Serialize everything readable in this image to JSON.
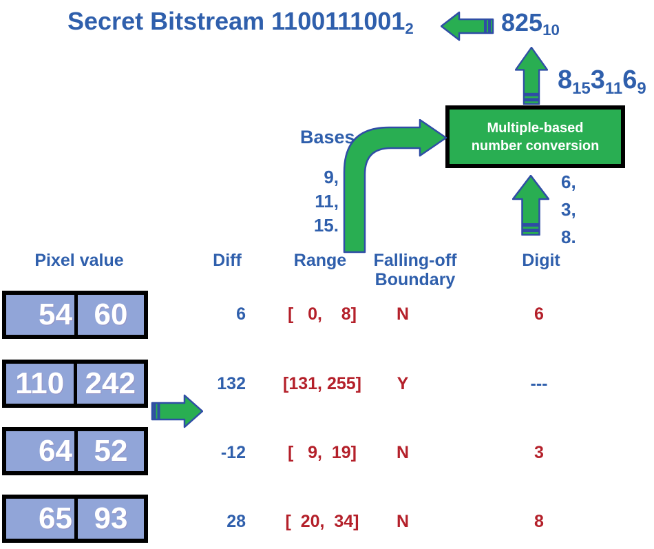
{
  "colors": {
    "blue": "#2f5fac",
    "red": "#b4202a",
    "green": "#29ae52",
    "outline": "#2f4da5",
    "cell": "#91a5d8"
  },
  "title": {
    "text": "Secret Bitstream 1100111001",
    "sub": "2"
  },
  "decimal": {
    "text": "825",
    "sub": "10"
  },
  "mbn": [
    {
      "d": "8",
      "sub": "15"
    },
    {
      "d": "3",
      "sub": "11"
    },
    {
      "d": "6",
      "sub": "9"
    }
  ],
  "conversion_box": {
    "line1": "Multiple-based",
    "line2": "number conversion"
  },
  "bases": {
    "label": "Bases",
    "values": [
      "9,",
      "11,",
      "15."
    ]
  },
  "output_digits": [
    "6,",
    "3,",
    "8."
  ],
  "icons": {
    "arrow_left": "left-arrow",
    "arrow_right": "right-arrow",
    "arrow_up": "up-arrow",
    "arrow_elbow": "elbow-arrow"
  },
  "table": {
    "headers": {
      "pixel": "Pixel value",
      "diff": "Diff",
      "range": "Range",
      "falling_line1": "Falling-off",
      "falling_line2": "Boundary",
      "digit": "Digit"
    },
    "rows": [
      {
        "p1": "54",
        "p2": "60",
        "diff": "6",
        "range": "[   0,    8]",
        "falling": "N",
        "digit": "6"
      },
      {
        "p1": "110",
        "p2": "242",
        "diff": "132",
        "range": "[131, 255]",
        "falling": "Y",
        "digit": "---"
      },
      {
        "p1": "64",
        "p2": "52",
        "diff": "-12",
        "range": "[   9,  19]",
        "falling": "N",
        "digit": "3"
      },
      {
        "p1": "65",
        "p2": "93",
        "diff": "28",
        "range": "[  20,  34]",
        "falling": "N",
        "digit": "8"
      }
    ]
  }
}
